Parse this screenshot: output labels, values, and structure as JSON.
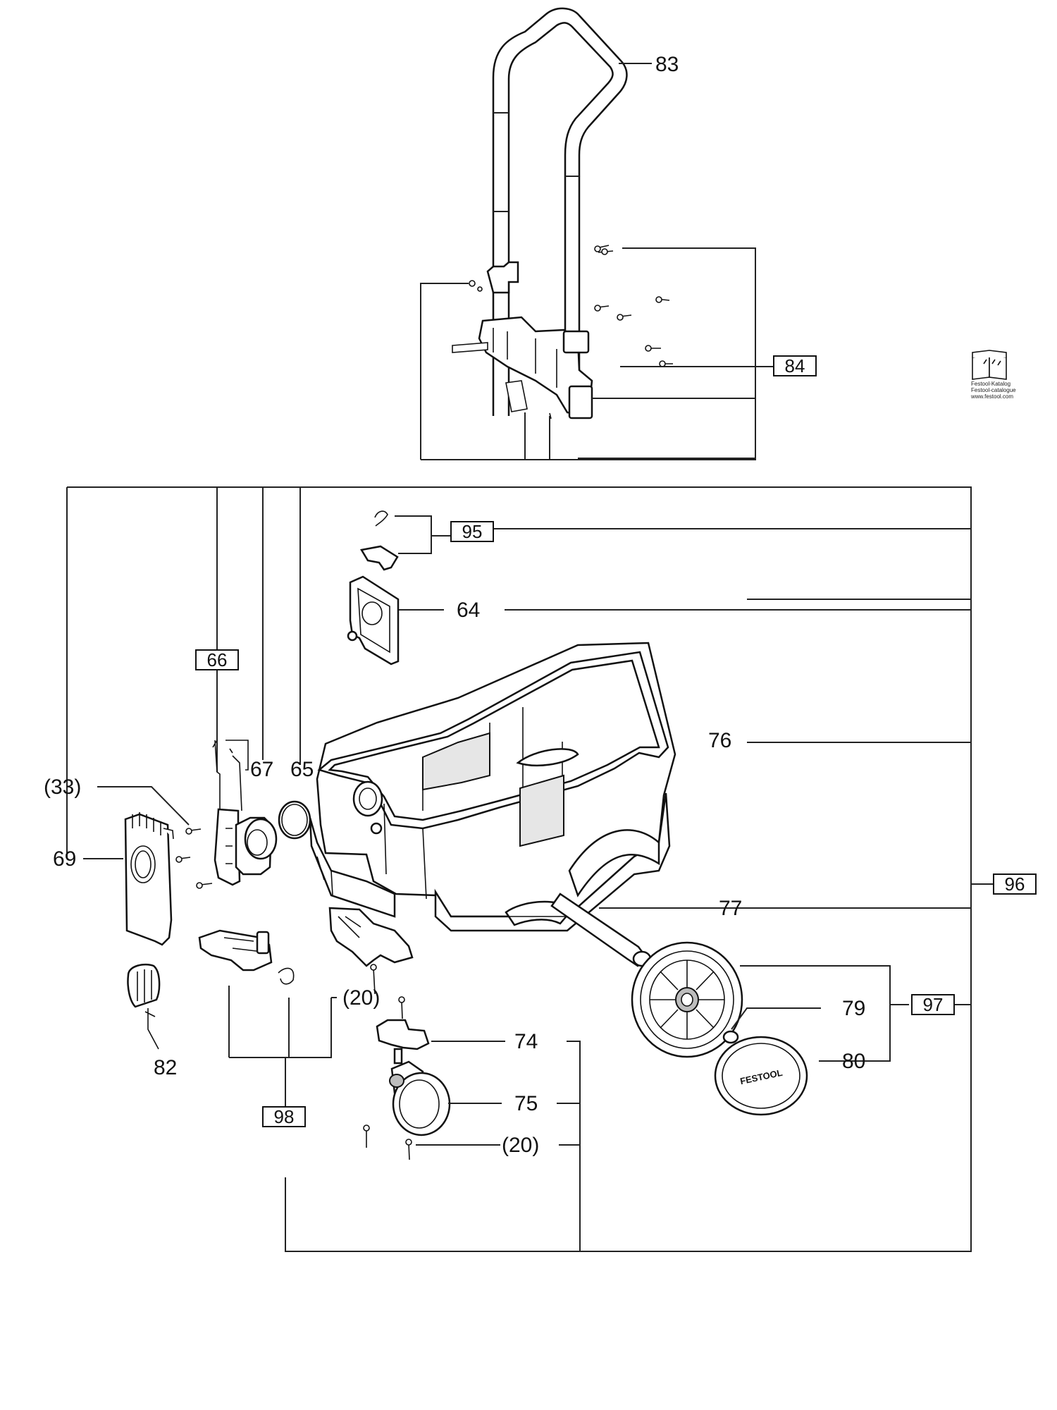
{
  "catalog_mark": {
    "line1": "Festool-Katalog",
    "line2": "Festool-catalogue",
    "line3": "www.festool.com"
  },
  "brand": "FESTOOL",
  "callouts": {
    "c83": "83",
    "c84": "84",
    "c95": "95",
    "c64": "64",
    "c66": "66",
    "c67": "67",
    "c65": "65",
    "c76": "76",
    "c33": "(33)",
    "c69": "69",
    "c96": "96",
    "c77": "77",
    "c20a": "(20)",
    "c79": "79",
    "c97": "97",
    "c74": "74",
    "c80": "80",
    "c82": "82",
    "c98": "98",
    "c75": "75",
    "c20b": "(20)"
  }
}
